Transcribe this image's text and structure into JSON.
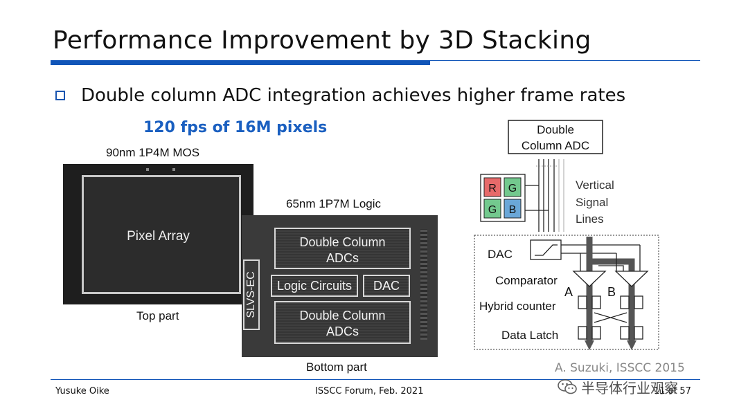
{
  "slide": {
    "title": "Performance Improvement by 3D Stacking",
    "bullet": "Double column ADC integration achieves higher frame rates",
    "highlight": "120 fps of 16M pixels"
  },
  "top_die": {
    "process": "90nm 1P4M MOS",
    "block": "Pixel Array",
    "caption": "Top part"
  },
  "bottom_die": {
    "process": "65nm 1P7M Logic",
    "blocks": {
      "adc_upper": "Double Column\nADCs",
      "logic": "Logic Circuits",
      "dac": "DAC",
      "adc_lower": "Double Column\nADCs",
      "interface": "SLVS-EC"
    },
    "caption": "Bottom part"
  },
  "circuit": {
    "adc_box": "Double\nColumn ADC",
    "pixels": [
      "R",
      "G",
      "G",
      "B"
    ],
    "pixel_colors": {
      "R": "#e76a6a",
      "G": "#73c98e",
      "B": "#6aa7d8"
    },
    "signal_lines": "Vertical\nSignal\nLines",
    "dac": "DAC",
    "comparator": "Comparator",
    "comparator_a": "A",
    "comparator_b": "B",
    "counter": "Hybrid counter",
    "latch": "Data Latch"
  },
  "credit": "A. Suzuki, ISSCC 2015",
  "footer": {
    "author": "Yusuke Oike",
    "event": "ISSCC Forum, Feb. 2021",
    "page": "11 of 57"
  },
  "watermark": {
    "icon": "wechat-icon",
    "text": "半导体行业观察"
  },
  "colors": {
    "accent": "#1155b8",
    "highlight": "#1a5fc0"
  }
}
